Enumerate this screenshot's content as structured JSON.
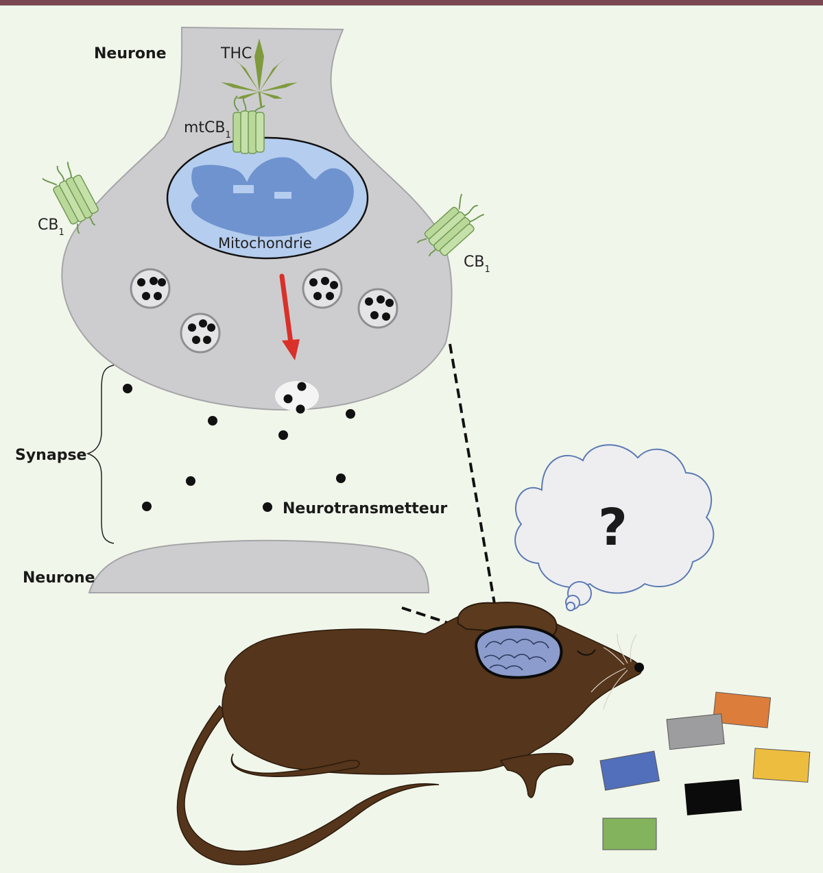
{
  "colors": {
    "background": "#f1f6ea",
    "top_bar": "#7a4752",
    "neuron": "#cdcdcf",
    "mitochondrion_outer": "#b5cdee",
    "mitochondrion_inner": "#6f93cf",
    "receptor": "#b9d89a",
    "arrow": "#d9302a",
    "mouse": "#55351b",
    "brain": "#8c9ccc",
    "thought_cloud": "#eeeef1"
  },
  "labels": {
    "top_neuron": "Neurone",
    "thc": "THC",
    "mtcb1_main": "mtCB",
    "mtcb1_sub": "1",
    "cb1_left_main": "CB",
    "cb1_left_sub": "1",
    "cb1_right_main": "CB",
    "cb1_right_sub": "1",
    "mitochondrion": "Mitochondrie",
    "synapse": "Synapse",
    "neurotransmitter": "Neurotransmetteur",
    "bottom_neuron": "Neurone",
    "question": "?"
  },
  "icons": {
    "leaf": "cannabis-leaf-icon",
    "receptor": "cb1-receptor-icon",
    "mouse": "mouse-illustration",
    "brain": "brain-icon",
    "thought": "thought-bubble-icon"
  },
  "object_colors": [
    "#dc7d3c",
    "#9d9d9f",
    "#516fba",
    "#ecbd3f",
    "#0b0b0b",
    "#84b35e"
  ]
}
